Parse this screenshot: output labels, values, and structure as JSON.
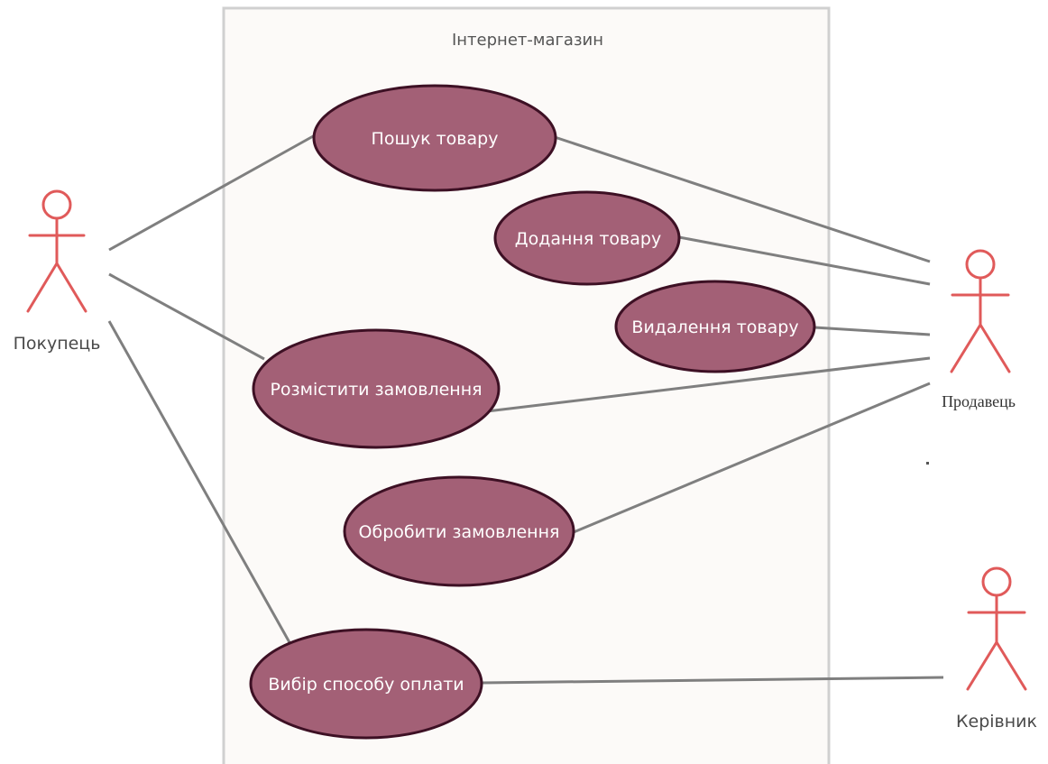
{
  "system": {
    "title": "Інтернет-магазин"
  },
  "actors": {
    "buyer": "Покупець",
    "seller": "Продавець",
    "manager": "Керівник"
  },
  "use_cases": {
    "search": "Пошук товару",
    "add": "Додання товару",
    "remove": "Видалення товару",
    "order": "Розмістити замовлення",
    "process": "Обробити замовлення",
    "payment": "Вибір способу оплати"
  },
  "colors": {
    "usecase_fill": "#a36076",
    "usecase_stroke": "#3d1024",
    "actor": "#e05a5a",
    "line": "#7f7f7f",
    "boundary_fill": "#fcfaf8",
    "boundary_stroke": "#d0d0d0"
  }
}
